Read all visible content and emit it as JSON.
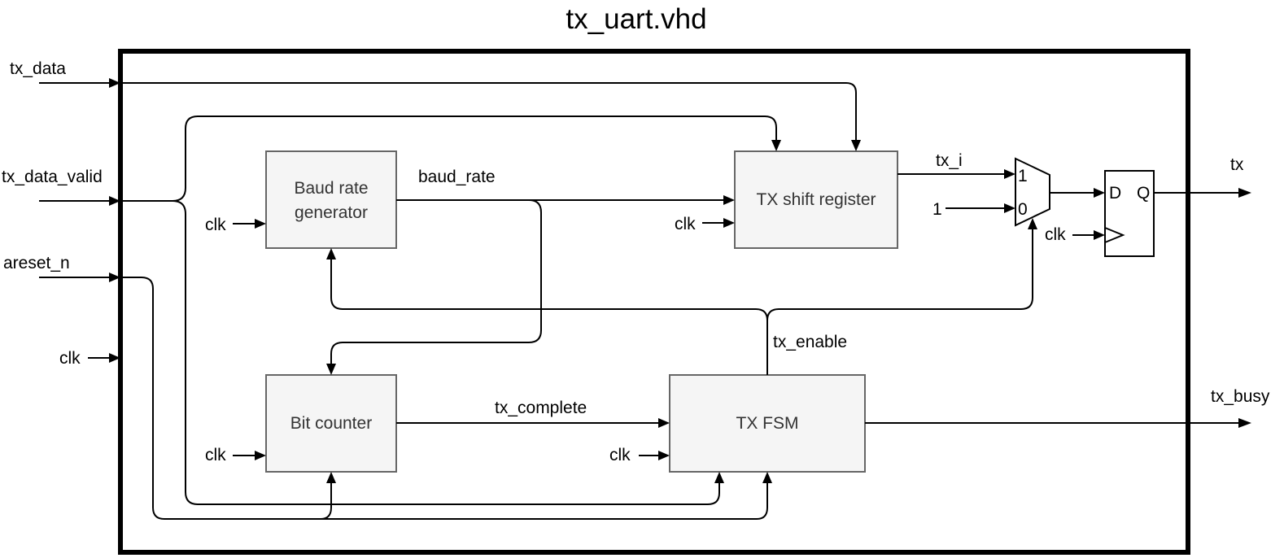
{
  "title": "tx_uart.vhd",
  "inputs": {
    "tx_data": "tx_data",
    "tx_data_valid": "tx_data_valid",
    "areset_n": "areset_n",
    "clk": "clk"
  },
  "outputs": {
    "tx": "tx",
    "tx_busy": "tx_busy"
  },
  "blocks": {
    "baud_gen_line1": "Baud rate",
    "baud_gen_line2": "generator",
    "shift_reg": "TX shift register",
    "bit_counter": "Bit counter",
    "fsm": "TX FSM"
  },
  "signals": {
    "baud_rate": "baud_rate",
    "tx_i": "tx_i",
    "tx_enable": "tx_enable",
    "tx_complete": "tx_complete",
    "const_one": "1",
    "clk": "clk"
  },
  "mux": {
    "in1": "1",
    "in0": "0"
  },
  "flipflop": {
    "d": "D",
    "q": "Q"
  }
}
